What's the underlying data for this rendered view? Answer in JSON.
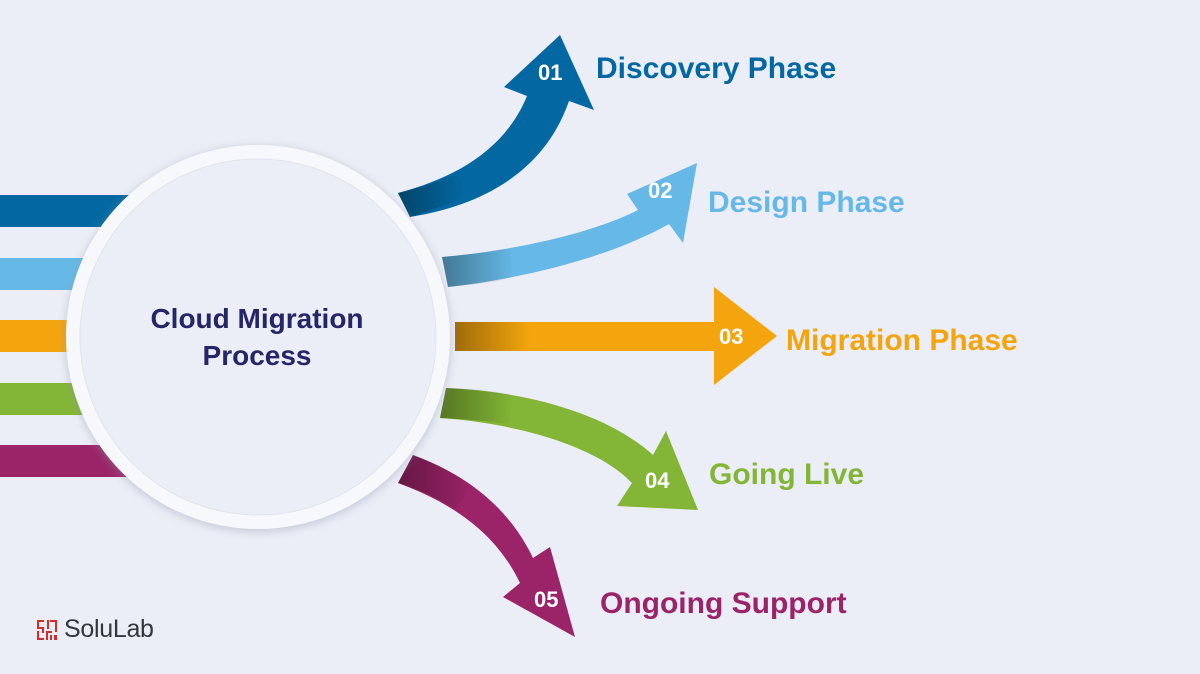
{
  "center": {
    "title_line1": "Cloud Migration",
    "title_line2": "Process"
  },
  "phases": [
    {
      "number": "01",
      "label": "Discovery Phase",
      "color": "#0368a2"
    },
    {
      "number": "02",
      "label": "Design Phase",
      "color": "#66b8e6"
    },
    {
      "number": "03",
      "label": "Migration Phase",
      "color": "#f4a50e"
    },
    {
      "number": "04",
      "label": "Going Live",
      "color": "#83b636"
    },
    {
      "number": "05",
      "label": "Ongoing Support",
      "color": "#9b2368"
    }
  ],
  "brand": {
    "logo_text": "SoluLab",
    "logo_icon": "solulab-logo-icon",
    "accent": "#d52b2b",
    "center_title_color": "#262567",
    "background": "#eceef7"
  }
}
